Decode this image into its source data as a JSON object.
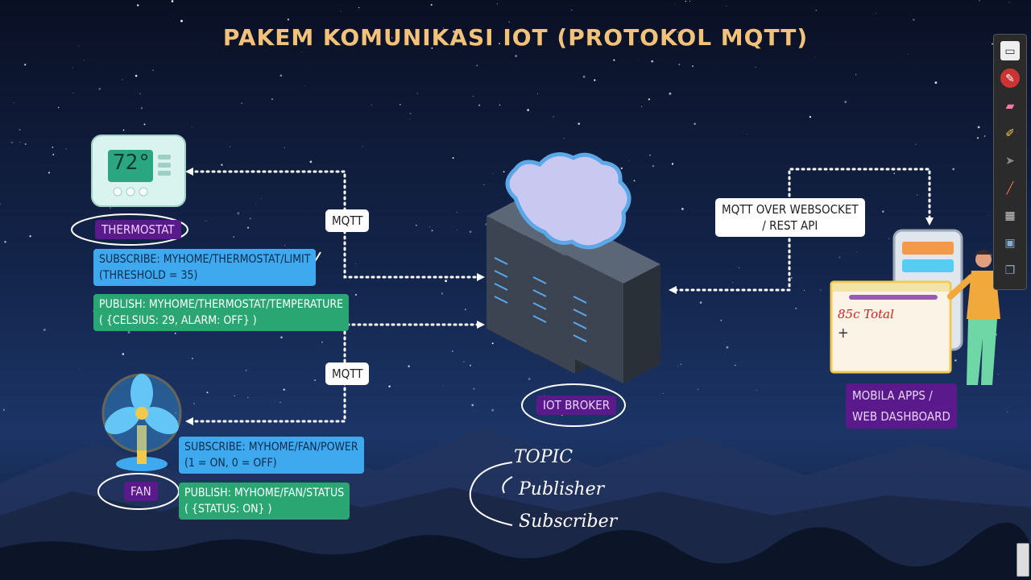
{
  "title": "PAKEM KOMUNIKASI IOT (PROTOKOL MQTT)",
  "devices": {
    "thermostat": {
      "display": "72°",
      "label": "THERMOSTAT",
      "subscribe": "SUBSCRIBE: MYHOME/THERMOSTAT/LIMIT",
      "subscribe_detail": "(THRESHOLD = 35)",
      "publish": "PUBLISH: MYHOME/THERMOSTAT/TEMPERATURE",
      "publish_detail": "( {CELSIUS: 29, ALARM: OFF} )"
    },
    "fan": {
      "label": "FAN",
      "subscribe": "SUBSCRIBE: MYHOME/FAN/POWER",
      "subscribe_detail": "(1 = ON, 0 = OFF)",
      "publish": "PUBLISH: MYHOME/FAN/STATUS",
      "publish_detail": "( {STATUS: ON} )"
    }
  },
  "connections": {
    "mqtt_top": "MQTT",
    "mqtt_bottom": "MQTT",
    "websocket_line1": "MQTT OVER WEBSOCKET",
    "websocket_line2": "/ REST API"
  },
  "broker": {
    "label": "IOT BROKER"
  },
  "apps": {
    "line1": "MOBILA APPS /",
    "line2": "WEB DASHBOARD"
  },
  "handwriting": {
    "items": [
      "TOPIC",
      "Publisher",
      "Subscriber"
    ],
    "dashboard_scribble": "85c Total"
  },
  "colors": {
    "title": "#f3c27a",
    "tag_purple": "#5a1a8c",
    "subscribe_box": "#3fa9f0",
    "publish_box": "#2aa672"
  },
  "toolbar": {
    "tools": [
      "whiteboard-icon",
      "pen-icon",
      "eraser-icon",
      "highlighter-icon",
      "pointer-icon",
      "brush-icon",
      "keyboard-icon",
      "screen-icon",
      "window-icon"
    ]
  }
}
